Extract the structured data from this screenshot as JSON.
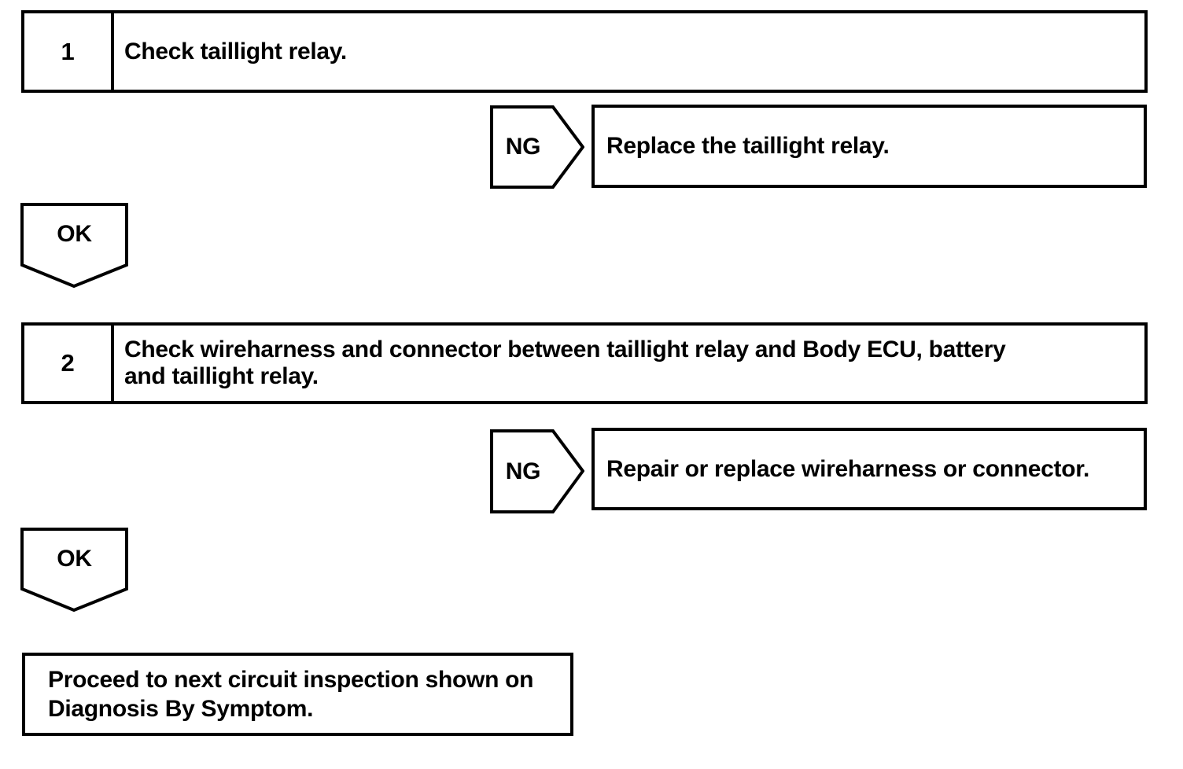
{
  "page": {
    "background_color": "#ffffff",
    "ink_color": "#000000"
  },
  "flowchart": {
    "steps": [
      {
        "number": "1",
        "lines": [
          "Check taillight relay."
        ]
      },
      {
        "number": "2",
        "lines": [
          "Check wireharness and connector between taillight relay and Body ECU, battery",
          "and taillight relay."
        ]
      }
    ],
    "branches": [
      {
        "connector_label": "NG",
        "action": "Replace the taillight relay."
      },
      {
        "connector_label": "NG",
        "action": "Repair or replace wireharness or connector."
      }
    ],
    "ok_connectors": [
      {
        "label": "OK"
      },
      {
        "label": "OK"
      }
    ],
    "terminal": {
      "lines": [
        "Proceed to next circuit inspection shown on",
        "Diagnosis By Symptom."
      ]
    }
  }
}
